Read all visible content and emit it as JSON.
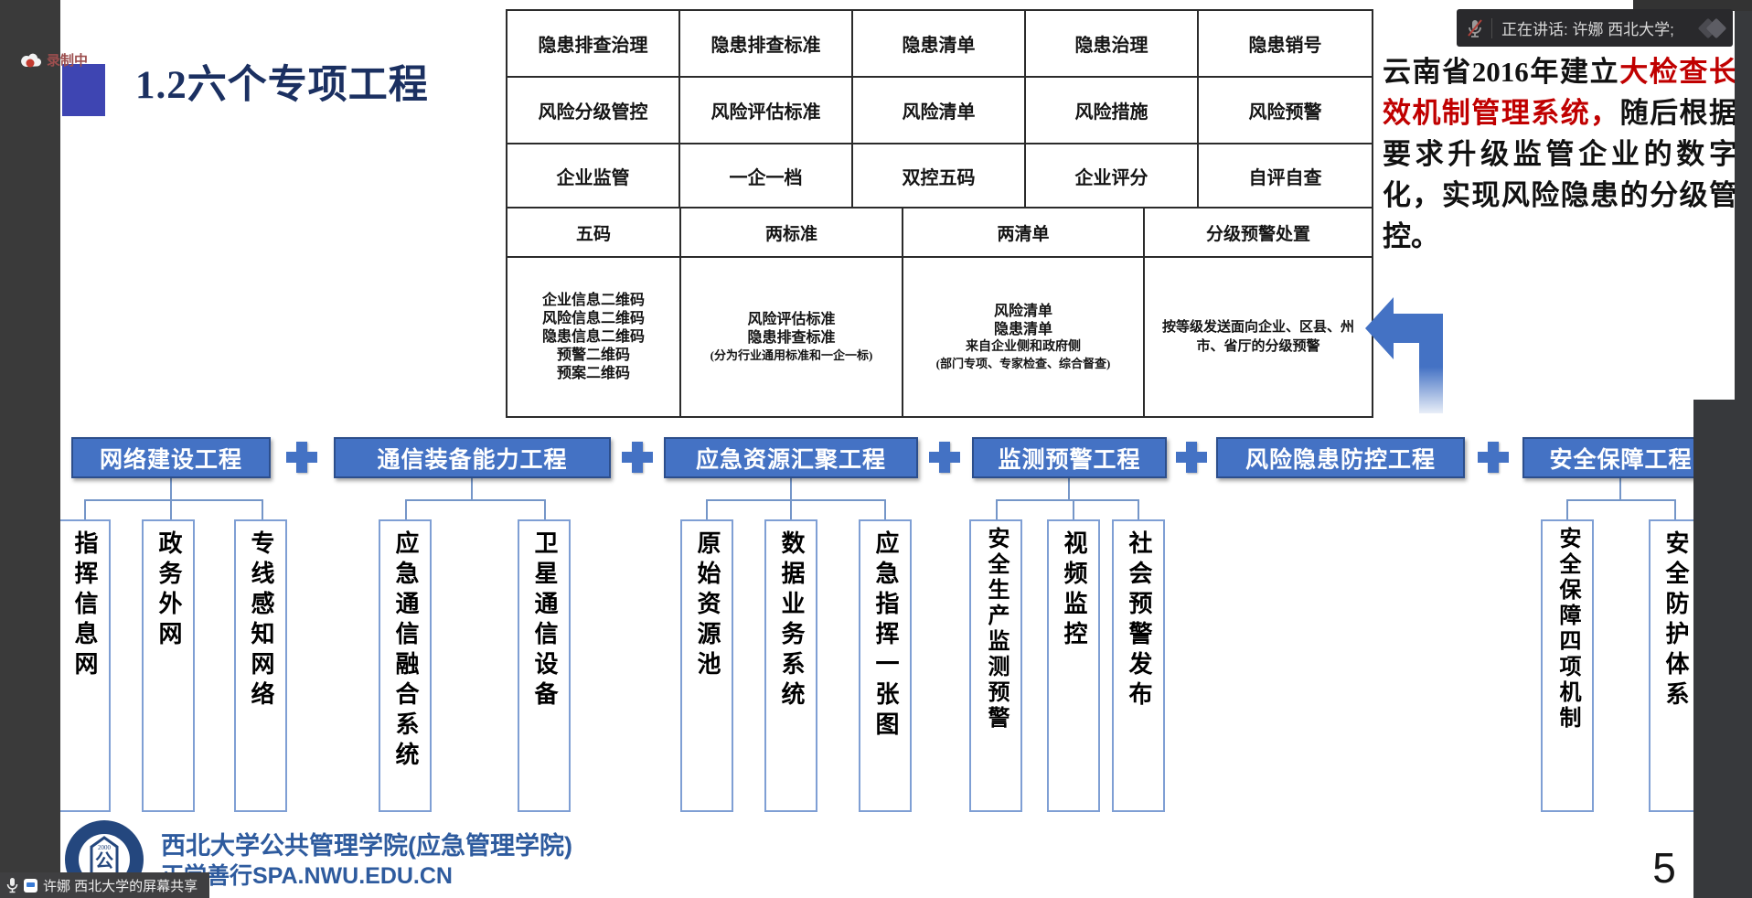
{
  "chrome": {
    "recording_label": "录制中",
    "speaker_banner": "正在讲话:  许娜 西北大学;",
    "share_toast": "许娜 西北大学的屏幕共享",
    "icons": {
      "recording": "record-cloud",
      "speaker_mic": "mic-muted",
      "meeting_logo": "overlapping-diamonds",
      "toast_mic": "microphone",
      "toast_chat": "chat-bubble"
    }
  },
  "slide": {
    "title": "1.2六个专项工程",
    "page_number": "5",
    "side_note": {
      "black_prefix": "云南省2016年建立",
      "red_highlight": "大检查长效机制管理系统，",
      "black_suffix": "随后根据要求升级监管企业的数字化，实现风险隐患的分级管控。"
    },
    "table": {
      "rows": [
        [
          "隐患排查治理",
          "隐患排查标准",
          "隐患清单",
          "隐患治理",
          "隐患销号"
        ],
        [
          "风险分级管控",
          "风险评估标准",
          "风险清单",
          "风险措施",
          "风险预警"
        ],
        [
          "企业监管",
          "一企一档",
          "双控五码",
          "企业评分",
          "自评自查"
        ]
      ],
      "group_headers": [
        "五码",
        "两标准",
        "两清单",
        "分级预警处置"
      ],
      "details": {
        "codes": "企业信息二维码\n风险信息二维码\n隐患信息二维码\n预警二维码\n预案二维码",
        "standards_main": "风险评估标准\n隐患排查标准",
        "standards_note": "(分为行业通用标准和一企一标)",
        "lists_main": "风险清单\n隐患清单",
        "lists_sub": "来自企业侧和政府侧",
        "lists_note": "(部门专项、专家检查、综合督查)",
        "warning_dispatch": "按等级发送面向企业、区县、州市、省厅的分级预警"
      }
    },
    "projects": [
      {
        "label": "网络建设工程",
        "children": [
          "指挥信息网",
          "政务外网",
          "专线感知网络"
        ]
      },
      {
        "label": "通信装备能力工程",
        "children": [
          "应急通信融合系统",
          "卫星通信设备"
        ]
      },
      {
        "label": "应急资源汇聚工程",
        "children": [
          "原始资源池",
          "数据业务系统",
          "应急指挥一张图"
        ]
      },
      {
        "label": "监测预警工程",
        "children": [
          "安全生产监测预警",
          "视频监控",
          "社会预警发布"
        ]
      },
      {
        "label": "风险隐患防控工程",
        "children": []
      },
      {
        "label": "安全保障工程",
        "children": [
          "安全保障四项机制",
          "安全防护体系"
        ]
      }
    ],
    "footer": {
      "school_line": "西北大学公共管理学院(应急管理学院)",
      "motto_line": "正学善行SPA.NWU.EDU.CN"
    }
  },
  "colors": {
    "accent_blue": "#4472c4",
    "title_navy": "#1b3061",
    "highlight_red": "#c00000",
    "footer_blue": "#2e5b9e",
    "chrome_dark": "#3a3a3a"
  }
}
